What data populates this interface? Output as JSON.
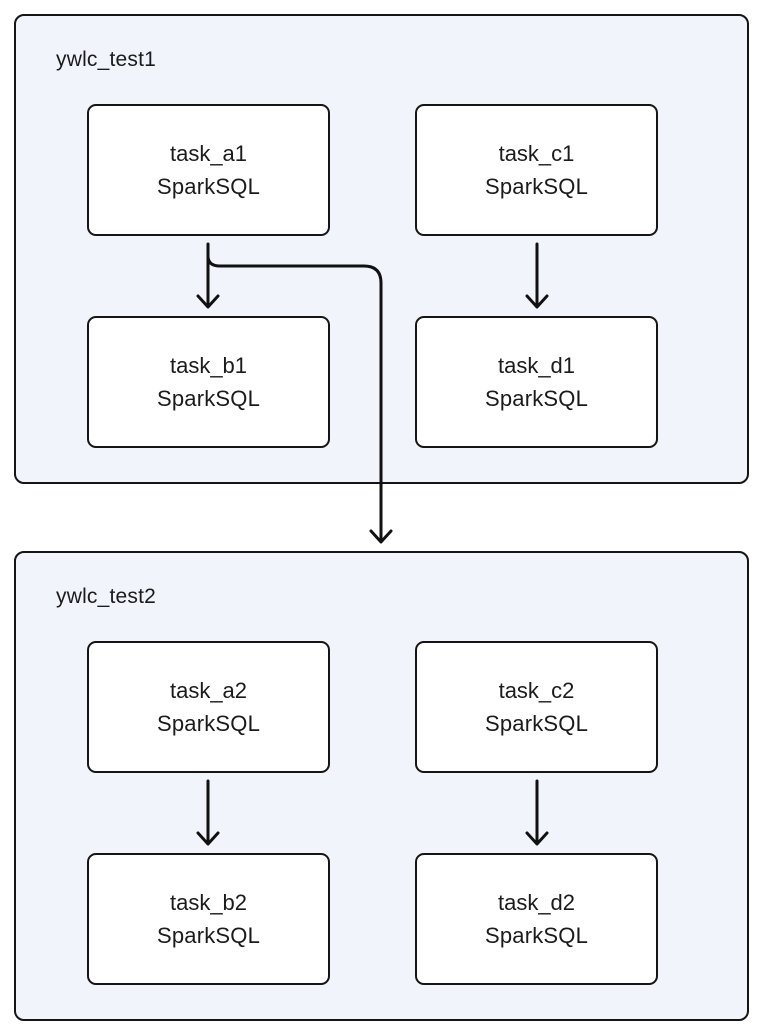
{
  "groups": [
    {
      "title": "ywlc_test1",
      "tasks": [
        {
          "name": "task_a1",
          "type": "SparkSQL"
        },
        {
          "name": "task_c1",
          "type": "SparkSQL"
        },
        {
          "name": "task_b1",
          "type": "SparkSQL"
        },
        {
          "name": "task_d1",
          "type": "SparkSQL"
        }
      ]
    },
    {
      "title": "ywlc_test2",
      "tasks": [
        {
          "name": "task_a2",
          "type": "SparkSQL"
        },
        {
          "name": "task_c2",
          "type": "SparkSQL"
        },
        {
          "name": "task_b2",
          "type": "SparkSQL"
        },
        {
          "name": "task_d2",
          "type": "SparkSQL"
        }
      ]
    }
  ],
  "edges": [
    {
      "from": "task_a1",
      "to": "task_b1"
    },
    {
      "from": "task_c1",
      "to": "task_d1"
    },
    {
      "from": "task_a1",
      "to": "ywlc_test2"
    },
    {
      "from": "task_a2",
      "to": "task_b2"
    },
    {
      "from": "task_c2",
      "to": "task_d2"
    }
  ],
  "colors": {
    "group_background": "#f1f4fa",
    "task_background": "#ffffff",
    "stroke": "#151515"
  }
}
